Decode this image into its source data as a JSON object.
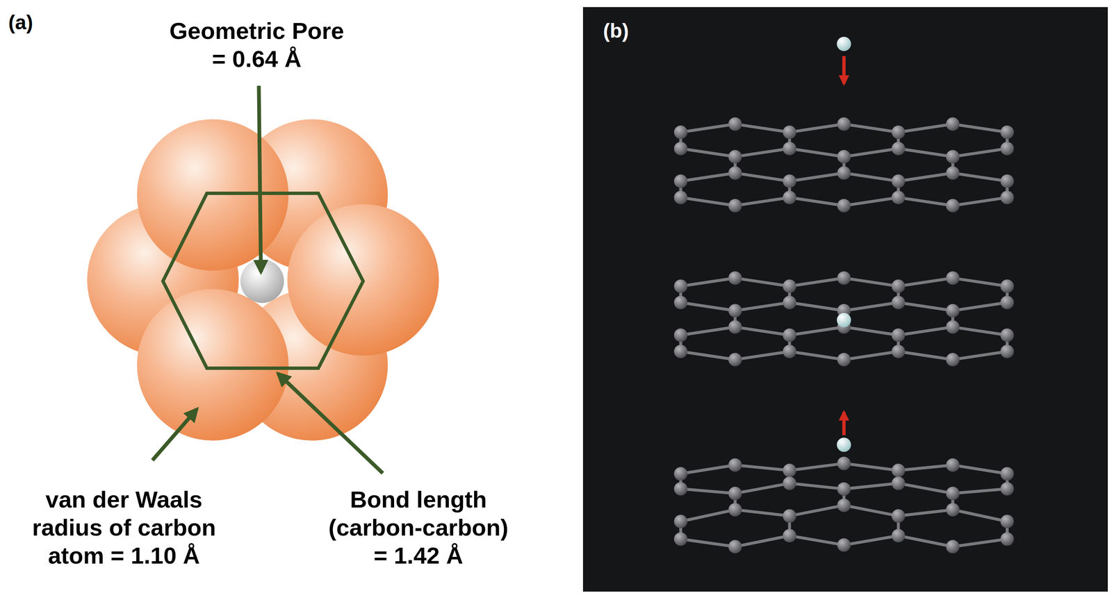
{
  "diagram": {
    "labels": [
      "(a)",
      "Geometric Pore = 0.64 Å",
      "van der Waals radius of carbon atom = 1.10 Å",
      "Bond length (carbon-carbon) = 1.42 Å",
      "(b)"
    ]
  }
}
